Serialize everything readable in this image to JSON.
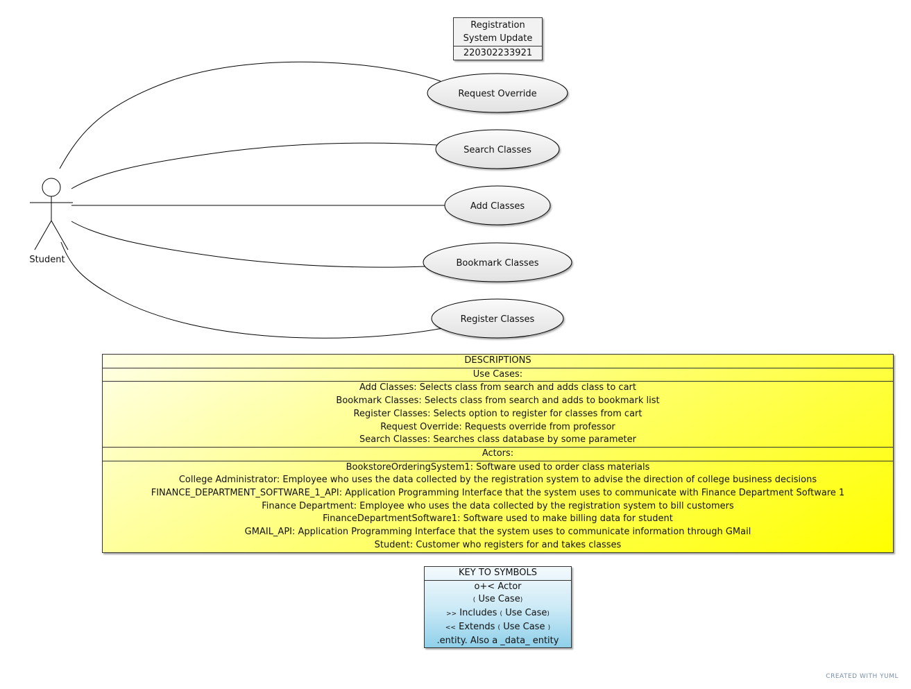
{
  "title_box": {
    "name": "Registration System Update",
    "id": "220302233921"
  },
  "actor": {
    "name": "Student"
  },
  "use_cases": [
    {
      "label": "Request Override"
    },
    {
      "label": "Search Classes"
    },
    {
      "label": "Add Classes"
    },
    {
      "label": "Bookmark Classes"
    },
    {
      "label": "Register Classes"
    }
  ],
  "descriptions": {
    "header": "DESCRIPTIONS",
    "use_cases_header": "Use Cases:",
    "use_case_lines": [
      "Add Classes: Selects class from search and adds class to cart",
      "Bookmark Classes: Selects class from search and adds to bookmark list",
      "Register Classes: Selects option to register for classes from cart",
      "Request Override: Requests override from professor",
      "Search Classes: Searches class database by some parameter"
    ],
    "actors_header": "Actors:",
    "actor_lines": [
      "BookstoreOrderingSystem1: Software used to order class materials",
      "College Administrator: Employee who uses the data collected by the registration system to advise the direction of college business decisions",
      "FINANCE_DEPARTMENT_SOFTWARE_1_API: Application Programming Interface that the system uses to communicate with Finance Department Software 1",
      "Finance Department: Employee who uses the data collected by the registration system to bill customers",
      "FinanceDepartmentSoftware1: Software used to make billing data for student",
      "GMAIL_API: Application Programming Interface that the system uses to communicate information through GMail",
      "Student: Customer who registers for and takes classes"
    ]
  },
  "key": {
    "header": "KEY TO SYMBOLS",
    "actor_line": "o+< Actor",
    "use_case_line": "Use Case",
    "includes_prefix": ">>",
    "includes_label": "Includes",
    "includes_target": "Use Case",
    "extends_prefix": "<<",
    "extends_label": "Extends",
    "extends_target": "Use Case",
    "entity_line": ".entity. Also a _data_ entity"
  },
  "credit": "CREATED WITH YUML",
  "colors": {
    "use_case_fill": "#eeeeee",
    "description_fill": "#ffff00",
    "key_fill": "#8fd0ea",
    "line": "#000000"
  }
}
